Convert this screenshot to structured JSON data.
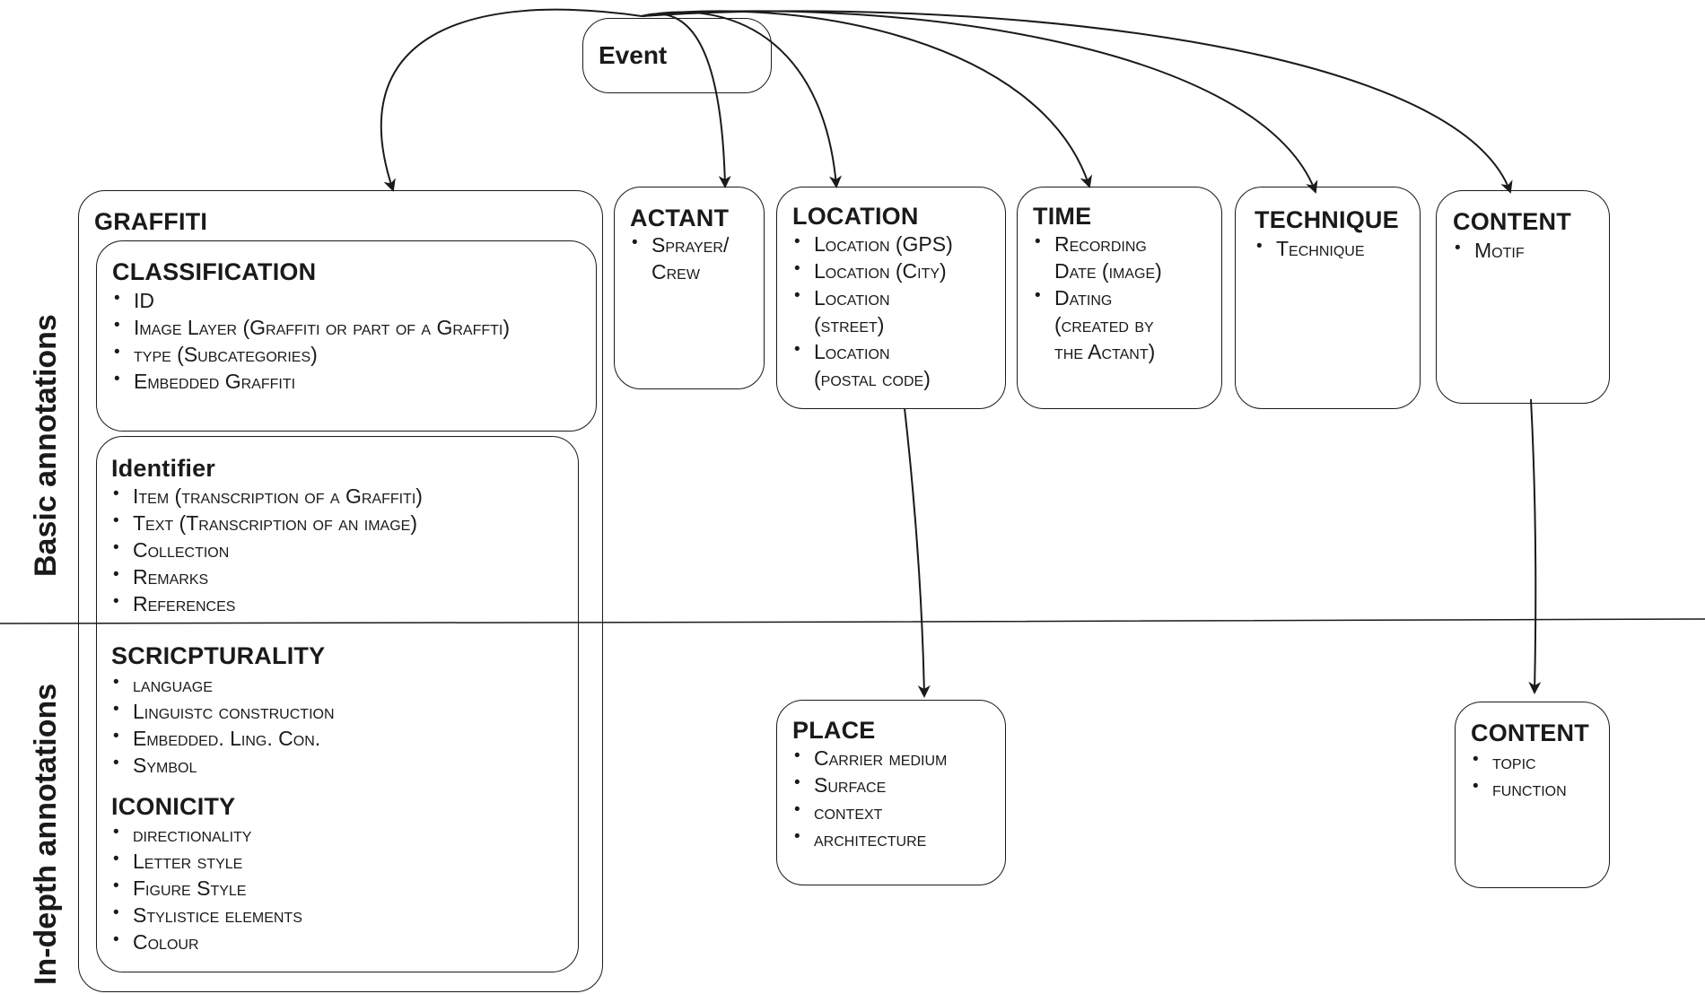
{
  "side_labels": {
    "basic": "Basic annotations",
    "in_depth": "In-depth annotations"
  },
  "event": {
    "label": "Event"
  },
  "graffiti": {
    "title": "GRAFFITI",
    "classification": {
      "title": "CLASSIFICATION",
      "items": [
        "ID",
        "Image Layer (Graffiti or part of a Graffti)",
        "type (Subcategories)",
        "Embedded Graffiti"
      ]
    },
    "identifier": {
      "title": "Identifier",
      "items": [
        "Item (transcription of a Graffiti)",
        "Text (Transcription of an image)",
        "Collection",
        "Remarks",
        "References"
      ]
    },
    "scripturality": {
      "title": "SCRICPTURALITY",
      "items": [
        "language",
        "Linguistc construction",
        "Embedded. Ling. Con.",
        "Symbol"
      ]
    },
    "iconicity": {
      "title": "ICONICITY",
      "items": [
        "directionality",
        "Letter style",
        "Figure Style",
        "Stylistice elements",
        "Colour"
      ]
    }
  },
  "actant": {
    "title": "ACTANT",
    "items": [
      "Sprayer/\nCrew"
    ]
  },
  "location": {
    "title": "LOCATION",
    "items": [
      "Location (GPS)",
      "Location (City)",
      "Location\n(street)",
      "Location\n(postal code)"
    ]
  },
  "time": {
    "title": "TIME",
    "items": [
      "Recording\nDate (image)",
      "Dating\n(created by\nthe  Actant)"
    ]
  },
  "technique": {
    "title": "TECHNIQUE",
    "items": [
      "Technique"
    ]
  },
  "content_basic": {
    "title": "CONTENT",
    "items": [
      "Motif"
    ]
  },
  "place": {
    "title": "PLACE",
    "items": [
      "Carrier medium",
      "Surface",
      "context",
      "architecture"
    ]
  },
  "content_indepth": {
    "title": "CONTENT",
    "items": [
      "topic",
      "function"
    ]
  }
}
